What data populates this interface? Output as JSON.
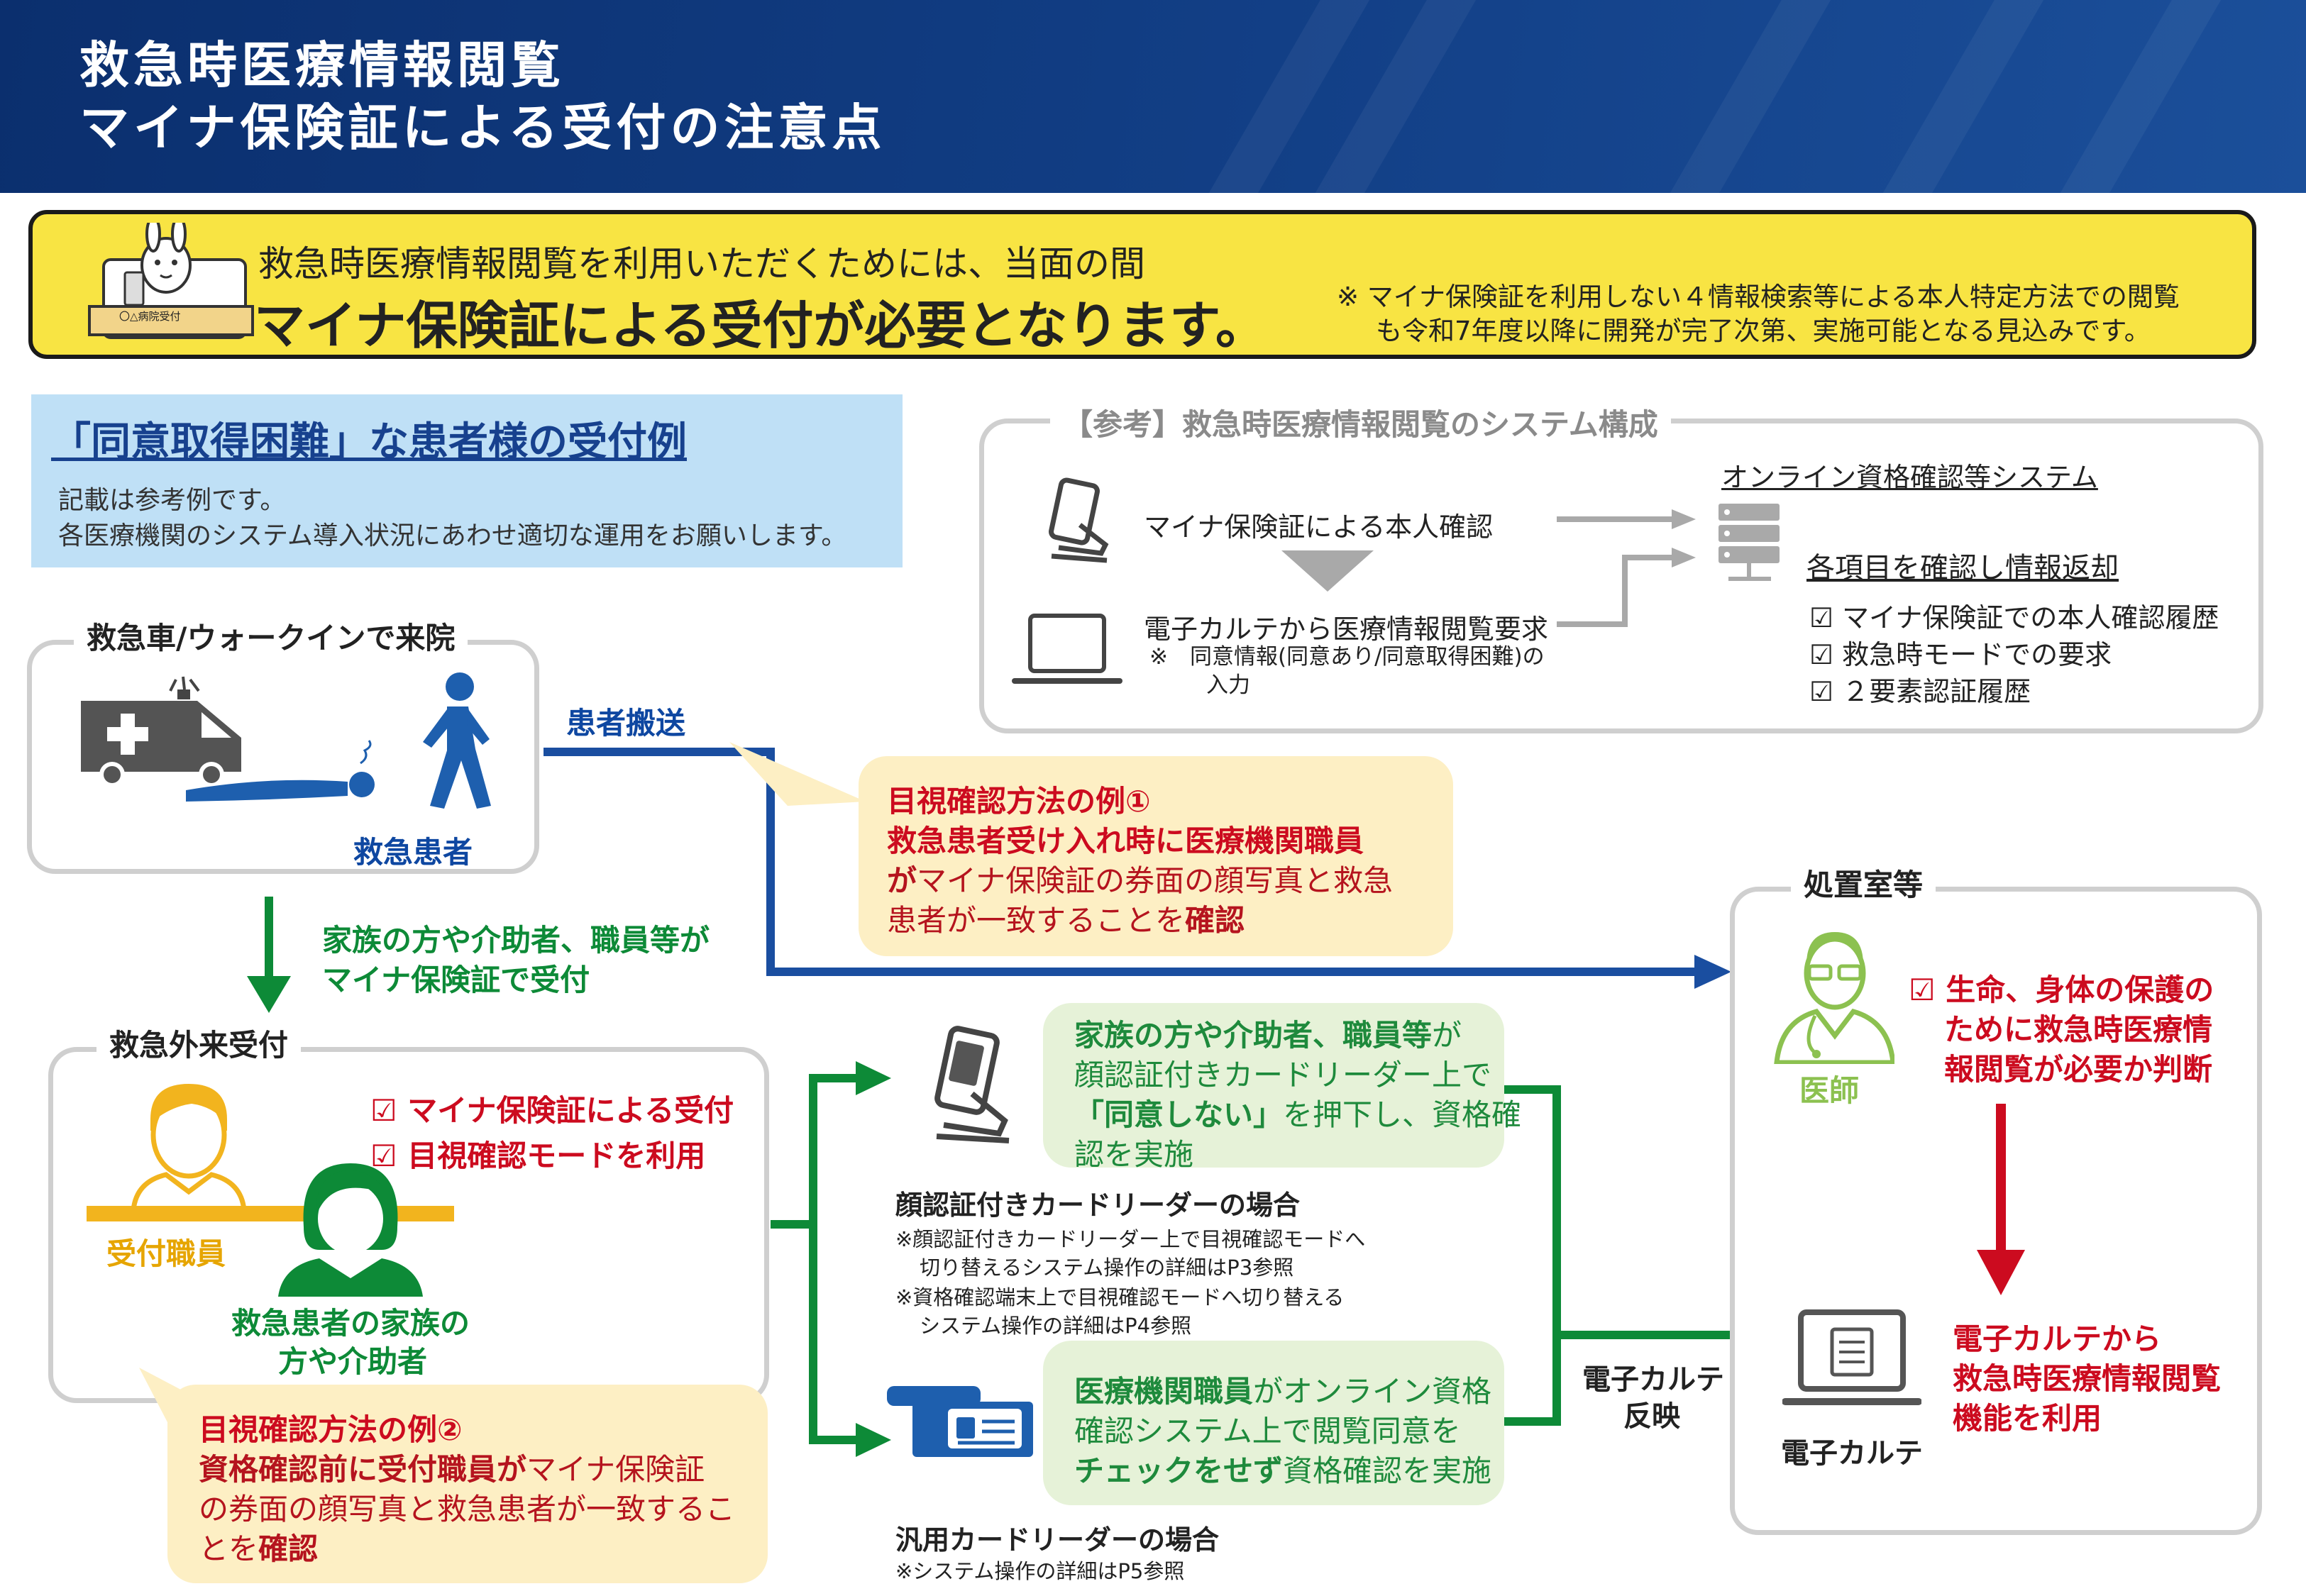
{
  "header": {
    "title_line1": "救急時医療情報閲覧",
    "title_line2": "マイナ保険証による受付の注意点"
  },
  "banner": {
    "lead": "救急時医療情報閲覧を利用いただくためには、当面の間",
    "main": "マイナ保険証による受付が必要となります。",
    "note_line1": "※ マイナ保険証を利用しない４情報検索等による本人特定方法での閲覧",
    "note_line2": "も令和7年度以降に開発が完了次第、実施可能となる見込みです。",
    "desk_label": "〇△病院受付"
  },
  "example_box": {
    "title": "「同意取得困難」な患者様の受付例",
    "line1": "記載は参考例です。",
    "line2": "各医療機関のシステム導入状況にあわせ適切な運用をお願いします。"
  },
  "system": {
    "title": "【参考】救急時医療情報閲覧のシステム構成",
    "identity": "マイナ保険証による本人確認",
    "request": "電子カルテから医療情報閲覧要求",
    "request_note1": "※　同意情報(同意あり/同意取得困難)の",
    "request_note2": "入力",
    "online_system": "オンライン資格確認等システム",
    "check_return": "各項目を確認し情報返却",
    "checks": [
      "マイナ保険証での本人確認履歴",
      "救急時モードでの要求",
      "２要素認証履歴"
    ]
  },
  "arrival": {
    "title": "救急車/ウォークインで来院",
    "patient_label": "救急患者",
    "transport_label": "患者搬送"
  },
  "visual_check_1": {
    "title": "目視確認方法の例①",
    "line1": "救急患者受け入れ時に医療機関職員",
    "line2_bold": "が",
    "line2_rest": "マイナ保険証の券面の顔写真と救急",
    "line3_pre": "患者が一致することを",
    "line3_bold": "確認"
  },
  "family_flow": {
    "line1": "家族の方や介助者、職員等が",
    "line2": "マイナ保険証で受付"
  },
  "reception": {
    "title": "救急外来受付",
    "checks": [
      "マイナ保険証による受付",
      "目視確認モードを利用"
    ],
    "staff_label": "受付職員",
    "family_line1": "救急患者の家族の",
    "family_line2": "方や介助者"
  },
  "visual_check_2": {
    "title": "目視確認方法の例②",
    "line1_bold": "資格確認前に受付職員が",
    "line1_rest": "マイナ保険証",
    "line2": "の券面の顔写真と救急患者が一致するこ",
    "line3_pre": "とを",
    "line3_bold": "確認"
  },
  "face_reader": {
    "bubble_line1_bold": "家族の方や介助者、職員等",
    "bubble_line1_rest": "が",
    "bubble_line2": "顔認証付きカードリーダー上で",
    "bubble_line3_bold": "「同意しない」",
    "bubble_line3_rest": "を押下し、資格確",
    "bubble_line4": "認を実施",
    "title": "顔認証付きカードリーダーの場合",
    "note1": "※顔認証付きカードリーダー上で目視確認モードへ",
    "note2": "切り替えるシステム操作の詳細はP3参照",
    "note3": "※資格確認端末上で目視確認モードへ切り替える",
    "note4": "システム操作の詳細はP4参照"
  },
  "generic_reader": {
    "bubble_line1_bold": "医療機関職員",
    "bubble_line1_rest": "がオンライン資格",
    "bubble_line2": "確認システム上で閲覧同意を",
    "bubble_line3_bold": "チェックをせず",
    "bubble_line3_rest": "資格確認を実施",
    "title": "汎用カードリーダーの場合",
    "note": "※システム操作の詳細はP5参照"
  },
  "emr_reflect": {
    "line1": "電子カルテ",
    "line2": "反映"
  },
  "treatment": {
    "title": "処置室等",
    "doctor_label": "医師",
    "judge_line1": "生命、身体の保護の",
    "judge_line2": "ために救急時医療情",
    "judge_line3": "報閲覧が必要か判断",
    "emr_label": "電子カルテ",
    "use_line1": "電子カルテから",
    "use_line2": "救急時医療情報閲覧",
    "use_line3": "機能を利用"
  },
  "colors": {
    "header_blue": "#123f86",
    "banner_yellow": "#f8e443",
    "flow_blue": "#0e47a1",
    "flow_green": "#0d8a37",
    "alert_red": "#cc0b1f",
    "bubble_cream": "#fdefc4",
    "bubble_green": "#e6f2d8"
  }
}
